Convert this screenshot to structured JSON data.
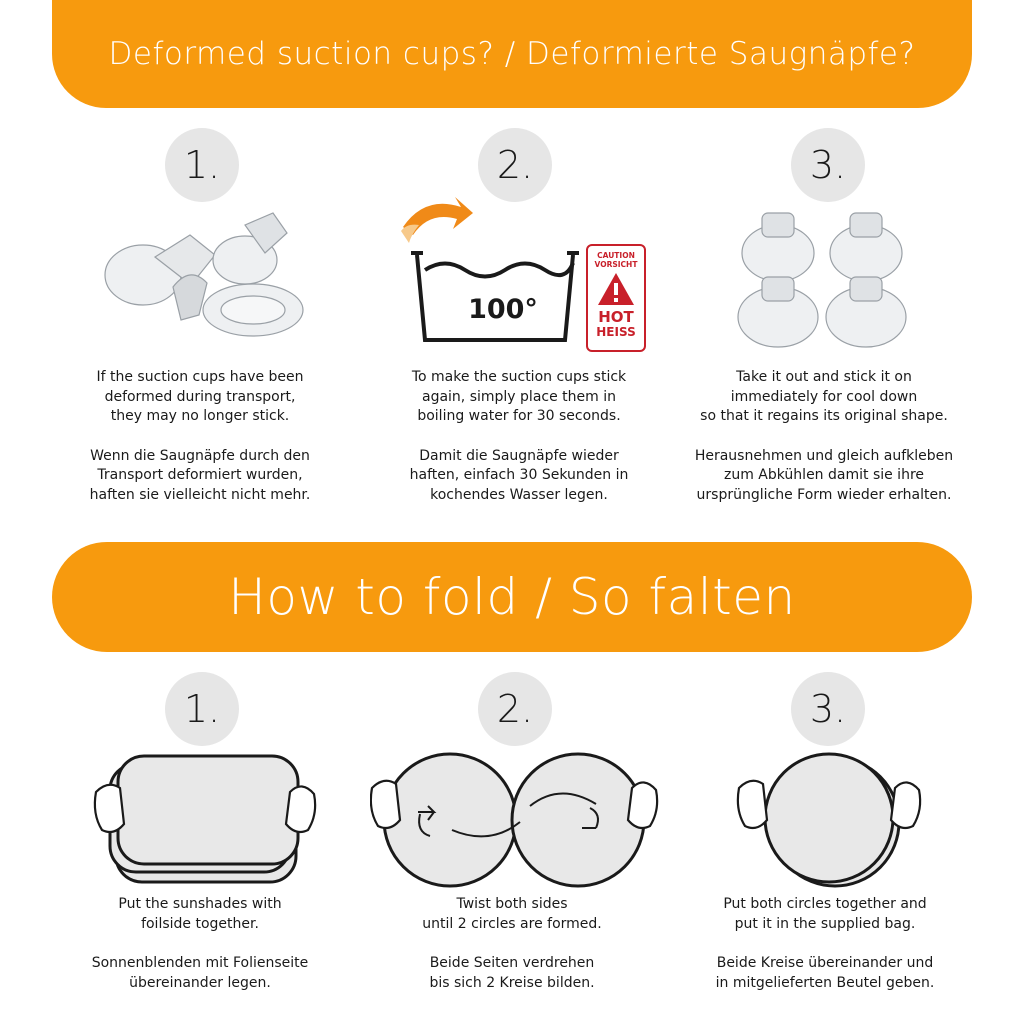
{
  "section1": {
    "title": "Deformed suction cups? / Deformierte Saugnäpfe?",
    "steps": [
      {
        "number": "1.",
        "text_en": "If the suction cups have been\ndeformed during transport,\nthey may no longer stick.",
        "text_de": "Wenn die Saugnäpfe durch den\nTransport deformiert wurden,\nhaften sie vielleicht nicht mehr."
      },
      {
        "number": "2.",
        "text_en": "To make the suction cups stick\nagain, simply place them in\nboiling water for 30 seconds.",
        "text_de": "Damit die Saugnäpfe wieder\nhaften, einfach 30 Sekunden in\nkochendes Wasser legen."
      },
      {
        "number": "3.",
        "text_en": "Take it out and stick it on\nimmediately for cool down\nso that it regains its original shape.",
        "text_de": "Herausnehmen und gleich aufkleben\nzum Abkühlen damit sie ihre\nursprüngliche Form wieder erhalten."
      }
    ],
    "wash_symbol": {
      "temperature": "100°"
    },
    "warning_label": {
      "caution": "CAUTION",
      "vorsicht": "VORSICHT",
      "hot": "HOT",
      "heiss": "HEISS"
    }
  },
  "section2": {
    "title": "How to fold / So falten",
    "steps": [
      {
        "number": "1.",
        "text_en": "Put the sunshades with\nfoilside together.",
        "text_de": "Sonnenblenden mit Folienseite\nübereinander legen."
      },
      {
        "number": "2.",
        "text_en": "Twist both sides\nuntil 2 circles are formed.",
        "text_de": "Beide Seiten verdrehen\nbis sich 2 Kreise bilden."
      },
      {
        "number": "3.",
        "text_en": "Put both circles together and\nput it in the supplied bag.",
        "text_de": "Beide Kreise übereinander und\nin mitgelieferten Beutel geben."
      }
    ]
  },
  "colors": {
    "accent": "#f79a0e",
    "circle_bg": "#e6e6e6",
    "warning_red": "#c8202a"
  },
  "icons": [
    "suction-cups-deformed",
    "boiling-water-100",
    "hot-warning-label",
    "suction-cups-restored",
    "sunshades-stacked",
    "twist-arrows",
    "circles-stacked",
    "hand"
  ]
}
